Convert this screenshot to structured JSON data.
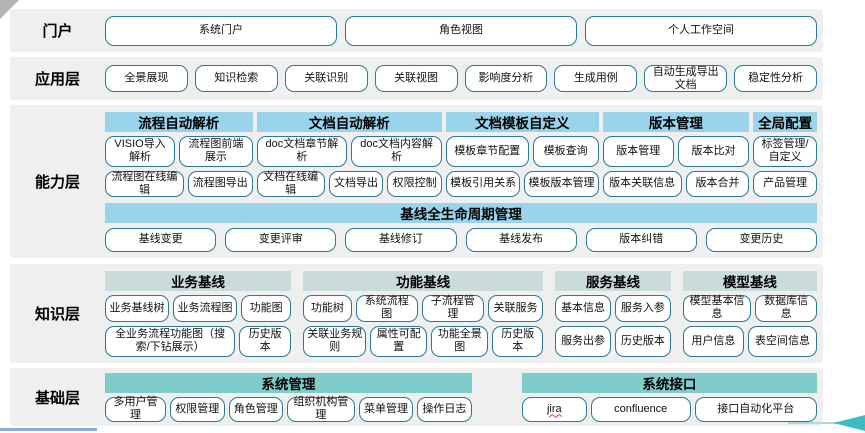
{
  "colors": {
    "band": "#efefef",
    "button_border": "#2a7796",
    "capability_header": "#9ad4ec",
    "knowledge_header": "#c9dcdb",
    "foundation_header": "#7ecdca",
    "arrow": "#3ebdc6",
    "bottom_line": "#8faadc",
    "corner_fold": "#b3b3b3"
  },
  "layers": {
    "portal": {
      "label": "门户",
      "buttons": [
        "系统门户",
        "角色视图",
        "个人工作空间"
      ]
    },
    "application": {
      "label": "应用层",
      "buttons": [
        "全景展现",
        "知识检索",
        "关联识别",
        "关联视图",
        "影响度分析",
        "生成用例",
        "自动生成导出文档",
        "稳定性分析"
      ]
    },
    "capability": {
      "label": "能力层",
      "groups": [
        {
          "title": "流程自动解析",
          "rows": [
            [
              "VISIO导入解析",
              "流程图前端展示"
            ],
            [
              "流程图在线编辑",
              "流程图导出"
            ]
          ]
        },
        {
          "title": "文档自动解析",
          "rows": [
            [
              "doc文档章节解析",
              "doc文档内容解析"
            ],
            [
              "文档在线编辑",
              "文档导出",
              "权限控制"
            ]
          ]
        },
        {
          "title": "文档模板自定义",
          "rows": [
            [
              "模板章节配置",
              "模板查询"
            ],
            [
              "模板引用关系",
              "模板版本管理"
            ]
          ]
        },
        {
          "title": "版本管理",
          "rows": [
            [
              "版本管理",
              "版本比对"
            ],
            [
              "版本关联信息",
              "版本合并"
            ]
          ]
        },
        {
          "title": "全局配置",
          "rows": [
            [
              "标签管理/自定义"
            ],
            [
              "产品管理"
            ]
          ]
        }
      ],
      "baseline": {
        "title": "基线全生命周期管理",
        "buttons": [
          "基线变更",
          "变更评审",
          "基线修订",
          "基线发布",
          "版本纠错",
          "变更历史"
        ]
      }
    },
    "knowledge": {
      "label": "知识层",
      "groups": [
        {
          "title": "业务基线",
          "rows": [
            [
              "业务基线树",
              "业务流程图",
              "功能图"
            ],
            [
              "全业务流程功能图（搜索/下钻展示）",
              "历史版本"
            ]
          ]
        },
        {
          "title": "功能基线",
          "rows": [
            [
              "功能树",
              "系统流程图",
              "子流程管理",
              "关联服务"
            ],
            [
              "关联业务规则",
              "属性可配置",
              "功能全景图",
              "历史版本"
            ]
          ]
        },
        {
          "title": "服务基线",
          "rows": [
            [
              "基本信息",
              "服务入参"
            ],
            [
              "服务出参",
              "历史版本"
            ]
          ]
        },
        {
          "title": "模型基线",
          "rows": [
            [
              "模型基本信息",
              "数据库信息"
            ],
            [
              "用户信息",
              "表空间信息"
            ]
          ]
        }
      ]
    },
    "foundation": {
      "label": "基础层",
      "groups": [
        {
          "title": "系统管理",
          "buttons": [
            "多用户管理",
            "权限管理",
            "角色管理",
            "组织机构管理",
            "菜单管理",
            "操作日志"
          ]
        },
        {
          "title": "系统接口",
          "buttons": [
            "jira",
            "confluence",
            "接口自动化平台"
          ]
        }
      ]
    }
  },
  "decorations": {
    "spellcheck_underlined_label": "jira"
  }
}
